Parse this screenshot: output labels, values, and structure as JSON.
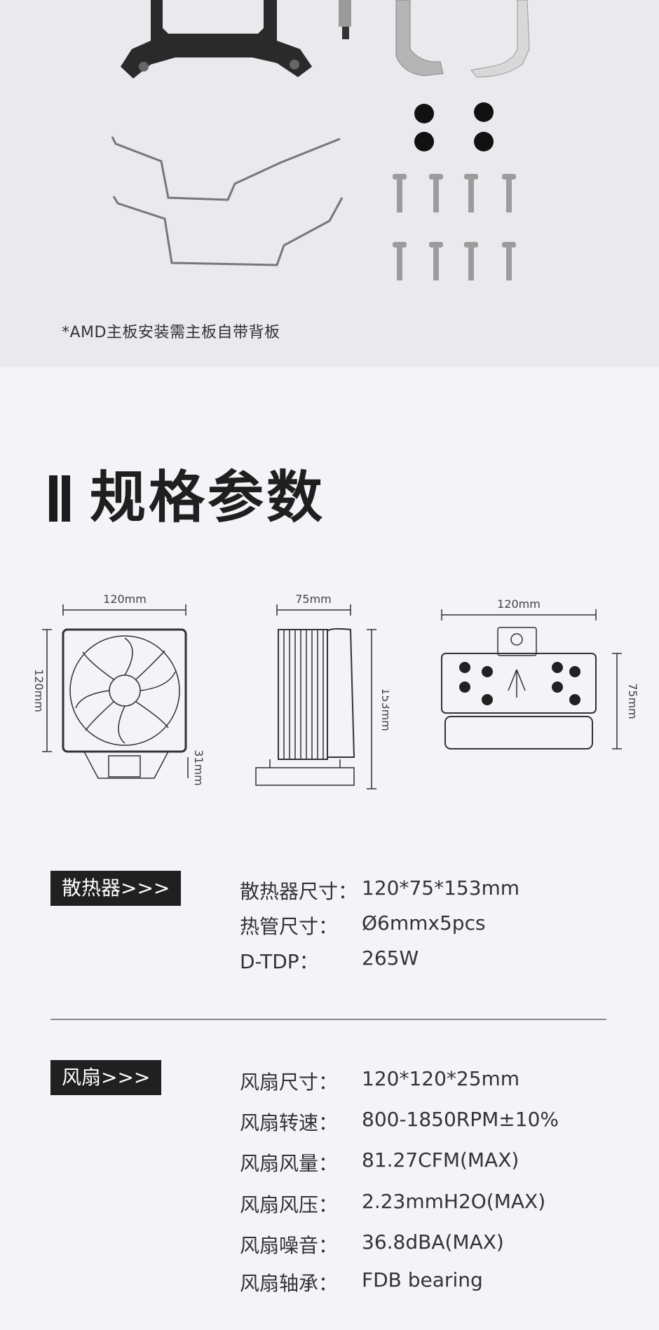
{
  "note": "*AMD主板安装需主板自带背板",
  "section_title": "规格参数",
  "dimensions": {
    "front_width": "120mm",
    "front_height": "120mm",
    "front_base": "31mm",
    "side_width": "75mm",
    "side_height": "153mm",
    "top_width": "120mm",
    "top_depth": "75mm"
  },
  "heatsink": {
    "tag": "散热器>>>",
    "rows": [
      {
        "k": "散热器尺寸：",
        "v": "120*75*153mm"
      },
      {
        "k": "热管尺寸：",
        "v": "Ø6mmx5pcs"
      },
      {
        "k": "D-TDP：",
        "v": "265W"
      }
    ]
  },
  "fan": {
    "tag": "风扇>>>",
    "rows": [
      {
        "k": "风扇尺寸：",
        "v": "120*120*25mm"
      },
      {
        "k": "风扇转速：",
        "v": "800-1850RPM±10%"
      },
      {
        "k": "风扇风量：",
        "v": "81.27CFM(MAX)"
      },
      {
        "k": "风扇风压：",
        "v": "2.23mmH2O(MAX)"
      },
      {
        "k": "风扇噪音：",
        "v": "36.8dBA(MAX)"
      },
      {
        "k": "风扇轴承：",
        "v": "FDB bearing"
      }
    ]
  },
  "colors": {
    "page_bg": "#f3f3f8",
    "top_bg": "#e9e9ee",
    "tag_bg": "#202020",
    "title": "#1f1f1f"
  }
}
